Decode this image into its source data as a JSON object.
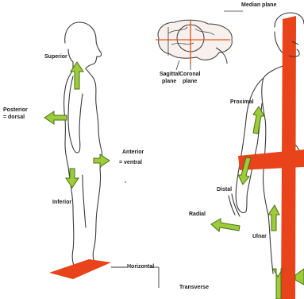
{
  "labels": {
    "superior": "Superior",
    "posterior_line1": "Posterior",
    "posterior_line2": "= dorsal",
    "anterior_line1": "Anterior",
    "anterior_line2": "= ventral",
    "inferior": "Inferior",
    "horizontal": "Horizontal",
    "transverse": "Transverse",
    "median_plane": "Median plane",
    "sagittal_line1": "Sagittal",
    "sagittal_line2": "plane",
    "coronal_line1": "Coronal",
    "coronal_line2": "plane",
    "proximal": "Proximal",
    "distal": "Distal",
    "radial": "Radial",
    "ulnar": "Ulnar"
  },
  "colors": {
    "arrow_fill": "#9ccc3c",
    "arrow_stroke": "#4a6e12",
    "plane_red": "#e8431a",
    "plane_brain_line": "#e05a2a",
    "outline": "#3a3a3a",
    "label_text": "#1a1a1a"
  }
}
